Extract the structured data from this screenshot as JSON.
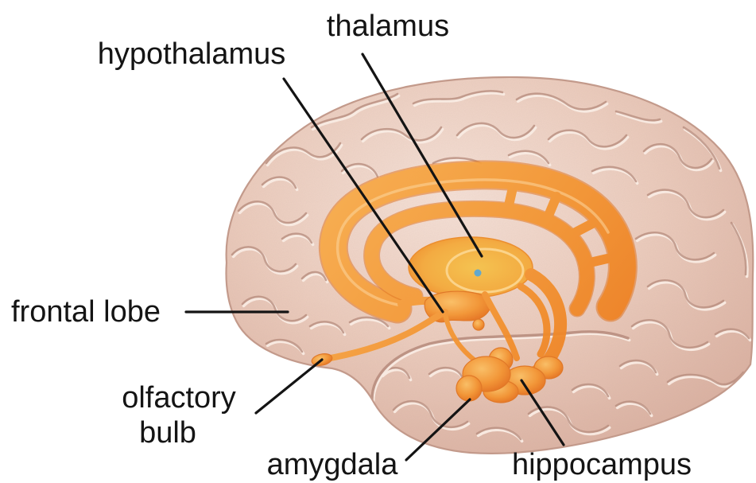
{
  "diagram": {
    "labels": {
      "thalamus": "thalamus",
      "hypothalamus": "hypothalamus",
      "frontal_lobe": "frontal lobe",
      "olfactory_bulb": [
        "olfactory",
        "bulb"
      ],
      "amygdala": "amygdala",
      "hippocampus": "hippocampus"
    }
  },
  "colors": {
    "background": "#ffffff",
    "brain": "#ecccbd",
    "brain_fold": "#b88d7e",
    "limbic_orange": "#f39431",
    "limbic_light": "#f8ad4c",
    "thalamus_yellow": "#f5c24a",
    "label_text": "#141414"
  }
}
